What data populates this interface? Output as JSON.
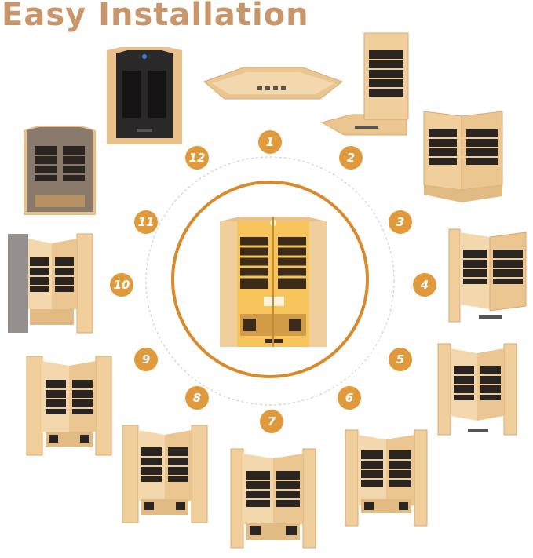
{
  "title": "Easy Installation",
  "steps": [
    "1",
    "2",
    "3",
    "4",
    "5",
    "6",
    "7",
    "8",
    "9",
    "10",
    "11",
    "12"
  ],
  "colors": {
    "title": "#c9956a",
    "badge": "#e09a3c",
    "ring": "#d98a2a",
    "wood": "#f1d2a8",
    "wood_dark": "#d8b283",
    "heater": "#2b2521",
    "glass": "#3b3737",
    "glow": "#f8c446"
  }
}
